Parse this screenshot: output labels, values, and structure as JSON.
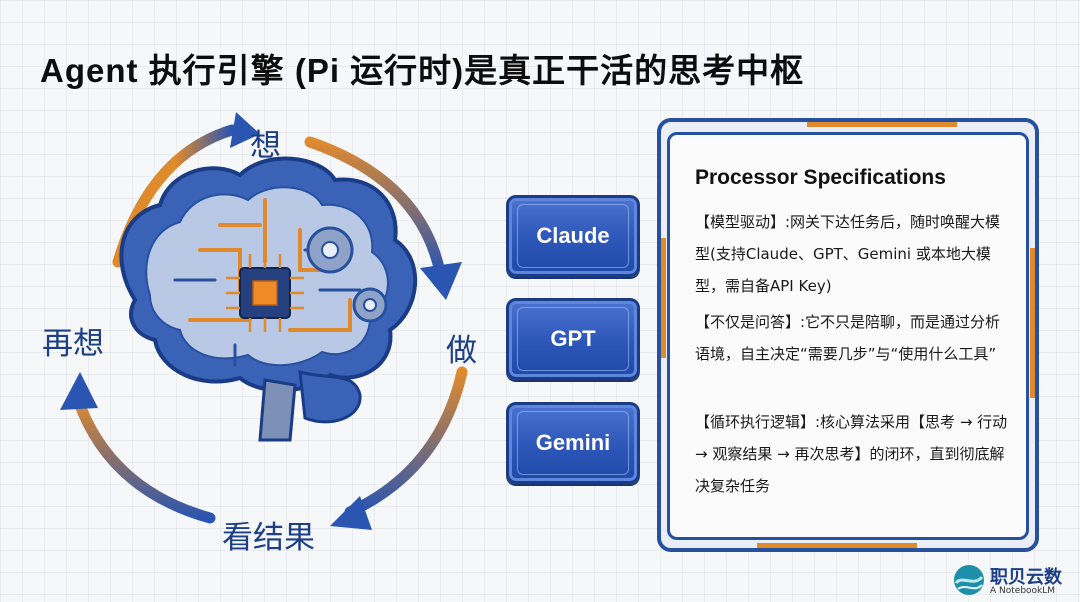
{
  "title": "Agent  执行引擎 (Pi  运行时)是真正干活的思考中枢",
  "cycle": {
    "think": "想",
    "do": "做",
    "result": "看结果",
    "rethink": "再想"
  },
  "models": [
    "Claude",
    "GPT",
    "Gemini"
  ],
  "spec": {
    "title": "Processor  Specifications",
    "sections": [
      "【模型驱动】:网关下达任务后，随时唤醒大模型(支持Claude、GPT、Gemini 或本地大模型，需自备API  Key)",
      "【不仅是问答】:它不只是陪聊，而是通过分析语境，自主决定“需要几步”与“使用什么工具”",
      "【循环执行逻辑】:核心算法采用【思考 → 行动 → 观察结果 → 再次思考】的闭环，直到彻底解决复杂任务"
    ]
  },
  "logo": {
    "name": "职贝云数",
    "sub": "A  NotebookLM"
  },
  "colors": {
    "primary_blue": "#27509f",
    "accent_orange": "#e08a2e",
    "title_text": "#0d0d0d"
  }
}
